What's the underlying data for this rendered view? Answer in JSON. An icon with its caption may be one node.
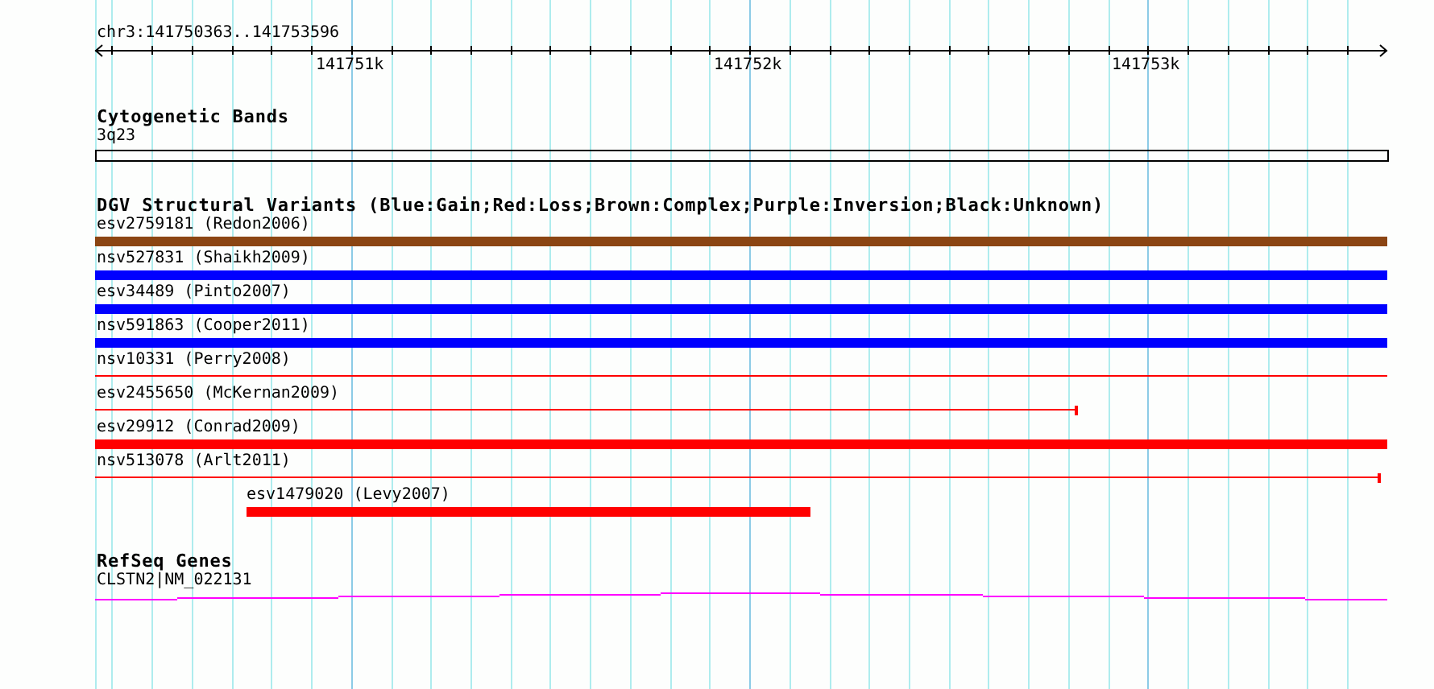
{
  "diagram": {
    "nodes": [
      {
        "text": [
          "3q23"
        ]
      },
      {
        "text": [
          "esv2759181 (Redon2006)"
        ]
      },
      {
        "text": [
          "nsv527831 (Shaikh2009)"
        ]
      },
      {
        "text": [
          "esv34489 (Pinto2007)"
        ]
      },
      {
        "text": [
          "nsv591863 (Cooper2011)"
        ]
      },
      {
        "text": [
          "nsv10331 (Perry2008)"
        ]
      },
      {
        "text": [
          "esv2455650 (McKernan2009)"
        ]
      },
      {
        "text": [
          "esv29912 (Conrad2009)"
        ]
      },
      {
        "text": [
          "nsv513078 (Arlt2011)"
        ]
      },
      {
        "text": [
          "esv1479020 (Levy2007)"
        ]
      },
      {
        "text": [
          "CLSTN2|NM_022131"
        ]
      }
    ],
    "labels": [
      "chr3:141750363..141753596",
      "141751k",
      "141752k",
      "141753k",
      "Cytogenetic Bands",
      "DGV Structural Variants (Blue:Gain;Red:Loss;Brown:Complex;Purple:Inversion;Black:Unknown)",
      "RefSeq Genes"
    ]
  }
}
